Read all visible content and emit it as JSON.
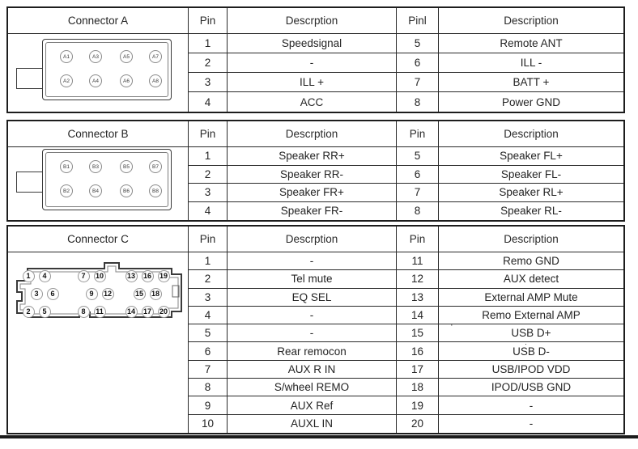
{
  "colors": {
    "line": "#1d1d1d",
    "text": "#242424",
    "pin_ring": "#8a8a8a"
  },
  "tables": [
    {
      "title": "Connector A",
      "headers": [
        "Pin",
        "Descrption",
        "Pinl",
        "Description"
      ],
      "rows": [
        [
          "1",
          "Speedsignal",
          "5",
          "Remote ANT"
        ],
        [
          "2",
          "-",
          "6",
          "ILL -"
        ],
        [
          "3",
          "ILL +",
          "7",
          "BATT +"
        ],
        [
          "4",
          "ACC",
          "8",
          "Power GND"
        ]
      ],
      "connector": {
        "top": [
          "A1",
          "A3",
          "A5",
          "A7"
        ],
        "bottom": [
          "A2",
          "A4",
          "A6",
          "A8"
        ]
      }
    },
    {
      "title": "Connector B",
      "headers": [
        "Pin",
        "Descrption",
        "Pin",
        "Description"
      ],
      "rows": [
        [
          "1",
          "Speaker RR+",
          "5",
          "Speaker FL+"
        ],
        [
          "2",
          "Speaker RR-",
          "6",
          "Speaker FL-"
        ],
        [
          "3",
          "Speaker FR+",
          "7",
          "Speaker RL+"
        ],
        [
          "4",
          "Speaker FR-",
          "8",
          "Speaker RL-"
        ]
      ],
      "connector": {
        "top": [
          "B1",
          "B3",
          "B5",
          "B7"
        ],
        "bottom": [
          "B2",
          "B4",
          "B6",
          "B8"
        ]
      }
    },
    {
      "title": "Connector C",
      "headers": [
        "Pin",
        "Descrption",
        "Pin",
        "Description"
      ],
      "rows": [
        [
          "1",
          "-",
          "11",
          "Remo GND"
        ],
        [
          "2",
          "Tel mute",
          "12",
          "AUX detect"
        ],
        [
          "3",
          "EQ SEL",
          "13",
          "External AMP Mute"
        ],
        [
          "4",
          "-",
          "14",
          "Remo External AMP"
        ],
        [
          "5",
          "-",
          "15",
          "USB D+"
        ],
        [
          "6",
          "Rear remocon",
          "16",
          "USB D-"
        ],
        [
          "7",
          "AUX R IN",
          "17",
          "USB/IPOD VDD"
        ],
        [
          "8",
          "S/wheel REMO",
          "18",
          "IPOD/USB GND"
        ],
        [
          "9",
          "AUX Ref",
          "19",
          "-"
        ],
        [
          "10",
          "AUXL IN",
          "20",
          "-"
        ]
      ],
      "connector": {
        "top": [
          "1",
          "4",
          "7",
          "10",
          "13",
          "16",
          "19"
        ],
        "mid": [
          "3",
          "6",
          "9",
          "12",
          "15",
          "18"
        ],
        "bottom": [
          "2",
          "5",
          "8",
          "11",
          "14",
          "17",
          "20"
        ]
      }
    }
  ],
  "artifacts": {
    "dot1": "·",
    "dot2": "·",
    "dot3": "."
  }
}
